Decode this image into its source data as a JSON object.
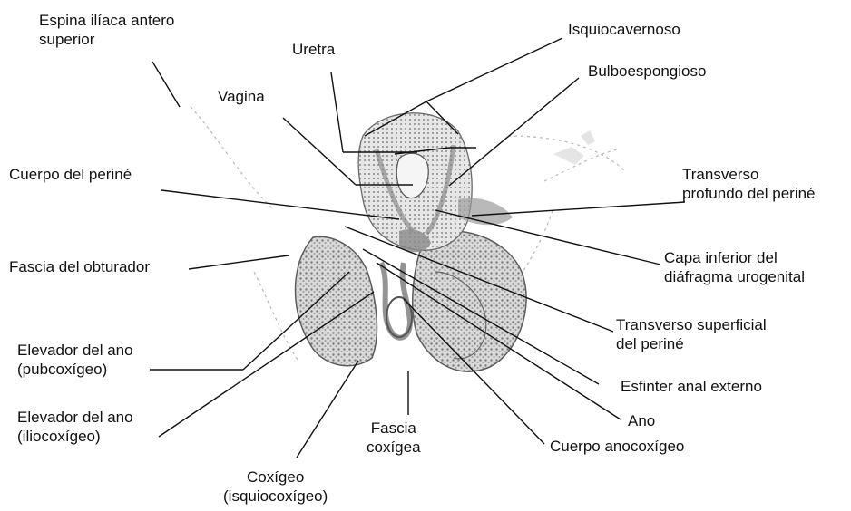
{
  "labels": {
    "espina": [
      "Espina ilíaca antero",
      "superior"
    ],
    "uretra": "Uretra",
    "vagina": "Vagina",
    "cuerpo_perine": "Cuerpo del periné",
    "fascia_obturador": "Fascia del obturador",
    "elevador_pubo": [
      "Elevador del ano",
      "(pubcoxígeo)"
    ],
    "elevador_ilio": [
      "Elevador del ano",
      "(iliocoxígeo)"
    ],
    "coxigeo": [
      "Coxígeo",
      "(isquiocoxígeo)"
    ],
    "fascia_coxigea": [
      "Fascia",
      "coxígea"
    ],
    "isquiocavernoso": "Isquiocavernoso",
    "bulboesponjoso": "Bulboespongioso",
    "transverso_profundo": [
      "Transverso",
      "profundo del periné"
    ],
    "capa_inferior": [
      "Capa inferior del",
      "diáfragma urogenital"
    ],
    "transverso_superficial": [
      "Transverso superficial",
      "del periné"
    ],
    "esfinter": "Esfinter anal externo",
    "ano": "Ano",
    "cuerpo_anocoxigeo": "Cuerpo anocoxígeo"
  },
  "colors": {
    "ink": "#111111",
    "shade": "#8f8f8f",
    "light": "#c8c8c8"
  }
}
